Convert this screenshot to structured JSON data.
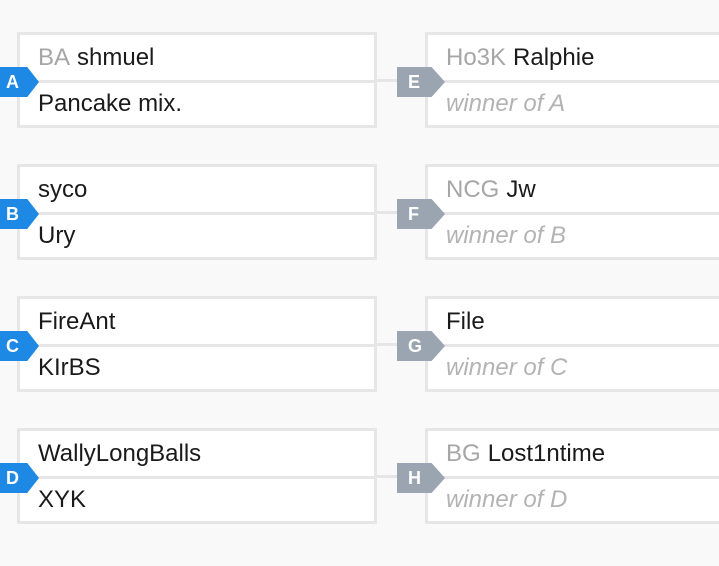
{
  "colors": {
    "left_badge": "#1e88e5",
    "right_badge": "#9aa5b1",
    "border": "#e6e6e6",
    "background": "#f9f9f9"
  },
  "round1": [
    {
      "badge": "A",
      "top": {
        "tag": "BA",
        "name": "shmuel"
      },
      "bottom": {
        "tag": "",
        "name": "Pancake mix."
      }
    },
    {
      "badge": "B",
      "top": {
        "tag": "",
        "name": "syco"
      },
      "bottom": {
        "tag": "",
        "name": "Ury"
      }
    },
    {
      "badge": "C",
      "top": {
        "tag": "",
        "name": "FireAnt"
      },
      "bottom": {
        "tag": "",
        "name": "KIrBS"
      }
    },
    {
      "badge": "D",
      "top": {
        "tag": "",
        "name": "WallyLongBalls"
      },
      "bottom": {
        "tag": "",
        "name": "XYK"
      }
    }
  ],
  "round2": [
    {
      "badge": "E",
      "top": {
        "tag": "Ho3K",
        "name": "Ralphie"
      },
      "bottom_placeholder": "winner of A"
    },
    {
      "badge": "F",
      "top": {
        "tag": "NCG",
        "name": "Jw"
      },
      "bottom_placeholder": "winner of B"
    },
    {
      "badge": "G",
      "top": {
        "tag": "",
        "name": "File"
      },
      "bottom_placeholder": "winner of C"
    },
    {
      "badge": "H",
      "top": {
        "tag": "BG",
        "name": "Lost1ntime"
      },
      "bottom_placeholder": "winner of D"
    }
  ]
}
